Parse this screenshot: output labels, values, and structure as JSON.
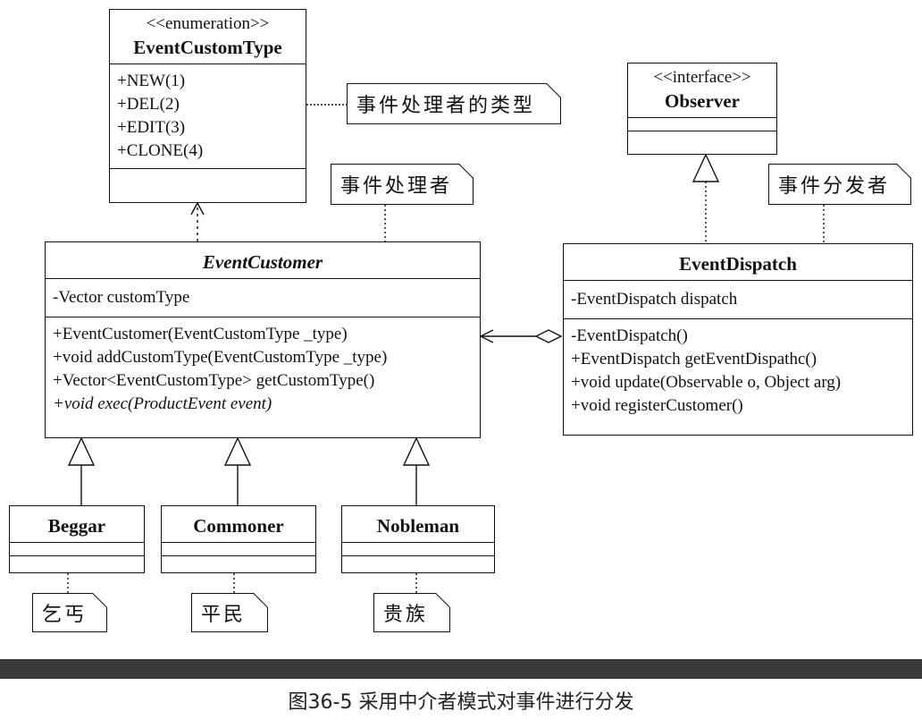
{
  "enum_class": {
    "stereotype": "<<enumeration>>",
    "name": "EventCustomType",
    "attributes": [
      "+NEW(1)",
      "+DEL(2)",
      "+EDIT(3)",
      "+CLONE(4)"
    ]
  },
  "observer_class": {
    "stereotype": "<<interface>>",
    "name": "Observer"
  },
  "customer_class": {
    "name": "EventCustomer",
    "attributes": [
      "-Vector customType"
    ],
    "methods": [
      "+EventCustomer(EventCustomType _type)",
      "+void addCustomType(EventCustomType _type)",
      "+Vector<EventCustomType> getCustomType()",
      "+void exec(ProductEvent event)"
    ]
  },
  "dispatch_class": {
    "name": "EventDispatch",
    "attributes": [
      "-EventDispatch dispatch"
    ],
    "methods": [
      "-EventDispatch()",
      "+EventDispatch getEventDispathc()",
      "+void update(Observable o, Object arg)",
      "+void registerCustomer()"
    ]
  },
  "subclasses": {
    "beggar": "Beggar",
    "commoner": "Commoner",
    "nobleman": "Nobleman"
  },
  "notes": {
    "enum_note": "事件处理者的类型",
    "customer_note": "事件处理者",
    "dispatch_note": "事件分发者",
    "beggar_note": "乞丐",
    "commoner_note": "平民",
    "nobleman_note": "贵族"
  },
  "caption": "图36-5 采用中介者模式对事件进行分发"
}
